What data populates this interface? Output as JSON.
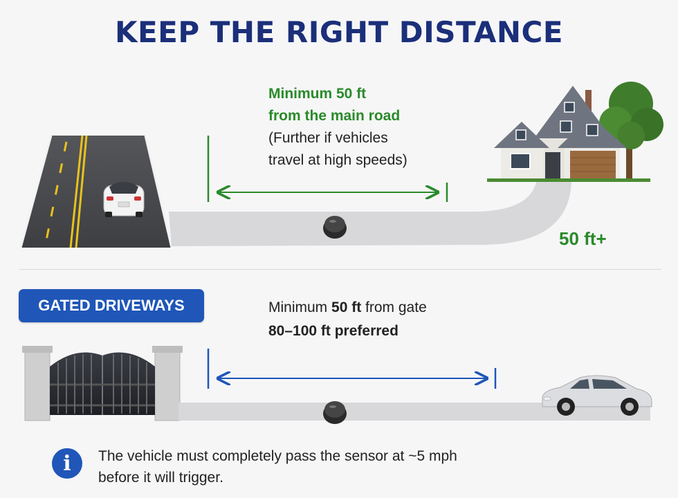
{
  "title": "KEEP THE RIGHT DISTANCE",
  "top_section": {
    "caption_line1": "Minimum 50 ft",
    "caption_line2": "from the main road",
    "caption_line3": "(Further if vehicles",
    "caption_line4": "travel at high speeds)",
    "distance_label": "50 ft+"
  },
  "gated_section": {
    "badge": "GATED DRIVEWAYS",
    "caption_prefix": "Minimum ",
    "caption_bold": "50 ft",
    "caption_suffix": " from gate",
    "caption_line2": "80–100 ft preferred"
  },
  "info": {
    "icon": "i",
    "line1": "The vehicle must completely pass the sensor at ~5 mph",
    "line2": "before it will trigger."
  },
  "colors": {
    "title": "#1b2f7a",
    "green_accent": "#2a8a2a",
    "blue_accent": "#1f56b8",
    "road": "#4a4b4d",
    "driveway": "#d8d8da"
  },
  "icons": [
    "car-icon",
    "house-icon",
    "tree-icon",
    "sensor-icon",
    "gate-icon",
    "info-icon"
  ]
}
